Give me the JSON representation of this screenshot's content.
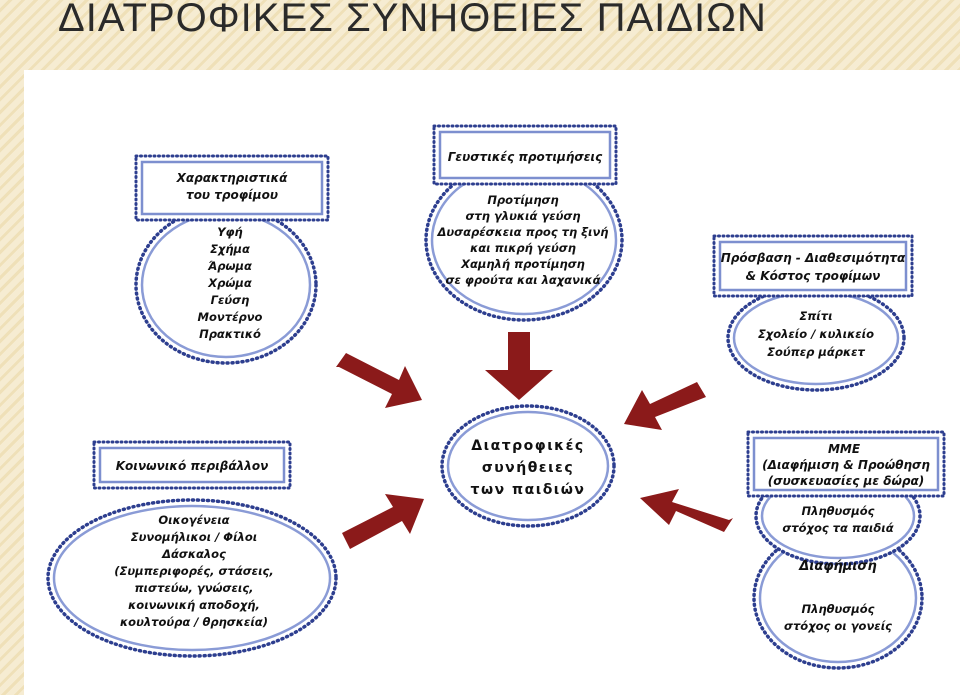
{
  "title": "ΔΙΑΤΡΟΦΙΚΕΣ ΣΥΝΗΘΕΙΕΣ ΠΑΙΔΙΩΝ",
  "center": {
    "lines": [
      "Διατροφικές",
      "συνήθειες",
      "των παιδιών"
    ]
  },
  "food_characteristics": {
    "header": [
      "Χαρακτηριστικά",
      "του τροφίμου"
    ],
    "items": [
      "Υφή",
      "Σχήμα",
      "Άρωμα",
      "Χρώμα",
      "Γεύση",
      "Μοντέρνο",
      "Πρακτικό"
    ]
  },
  "taste_preferences": {
    "header": [
      "Γευστικές προτιμήσεις"
    ],
    "items": [
      "Προτίμηση",
      "στη γλυκιά γεύση",
      "Δυσαρέσκεια προς τη ξινή",
      "και πικρή γεύση",
      "Χαμηλή προτίμηση",
      "σε φρούτα και λαχανικά"
    ]
  },
  "access": {
    "header": [
      "Πρόσβαση - Διαθεσιμότητα",
      "& Κόστος τροφίμων"
    ],
    "items": [
      "Σπίτι",
      "Σχολείο / κυλικείο",
      "Σούπερ μάρκετ"
    ]
  },
  "social_environment": {
    "header": [
      "Κοινωνικό περιβάλλον"
    ],
    "items": [
      "Οικογένεια",
      "Συνομήλικοι / Φίλοι",
      "Δάσκαλος",
      "(Συμπεριφορές, στάσεις,",
      "πιστεύω, γνώσεις,",
      "κοινωνική αποδοχή,",
      "κουλτούρα / θρησκεία)"
    ]
  },
  "media": {
    "header": [
      "ΜΜΕ",
      "(Διαφήμιση & Προώθηση",
      "(συσκευασίες με δώρα)"
    ],
    "target_children": [
      "Πληθυσμός",
      "στόχος τα παιδιά"
    ],
    "advertising": "Διαφήμιση",
    "target_parents": [
      "Πληθυσμός",
      "στόχος οι γονείς"
    ]
  }
}
